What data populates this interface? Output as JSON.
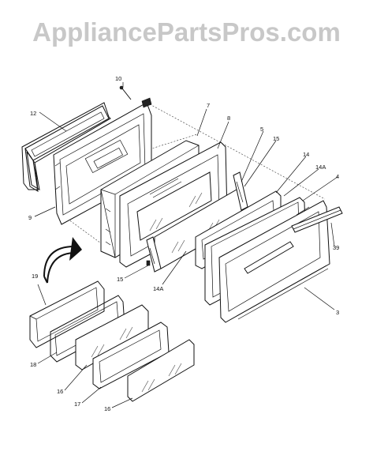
{
  "watermark": "AppliancePartsPros.com",
  "callouts": {
    "c10": "10",
    "c12": "12",
    "c7": "7",
    "c8": "8",
    "c5": "5",
    "c15a": "15",
    "c14": "14",
    "c14a_top": "14A",
    "c4": "4",
    "c9": "9",
    "c39": "39",
    "c15b": "15",
    "c14a_bottom": "14A",
    "c3": "3",
    "c19": "19",
    "c18": "18",
    "c16a": "16",
    "c17": "17",
    "c16b": "16"
  }
}
